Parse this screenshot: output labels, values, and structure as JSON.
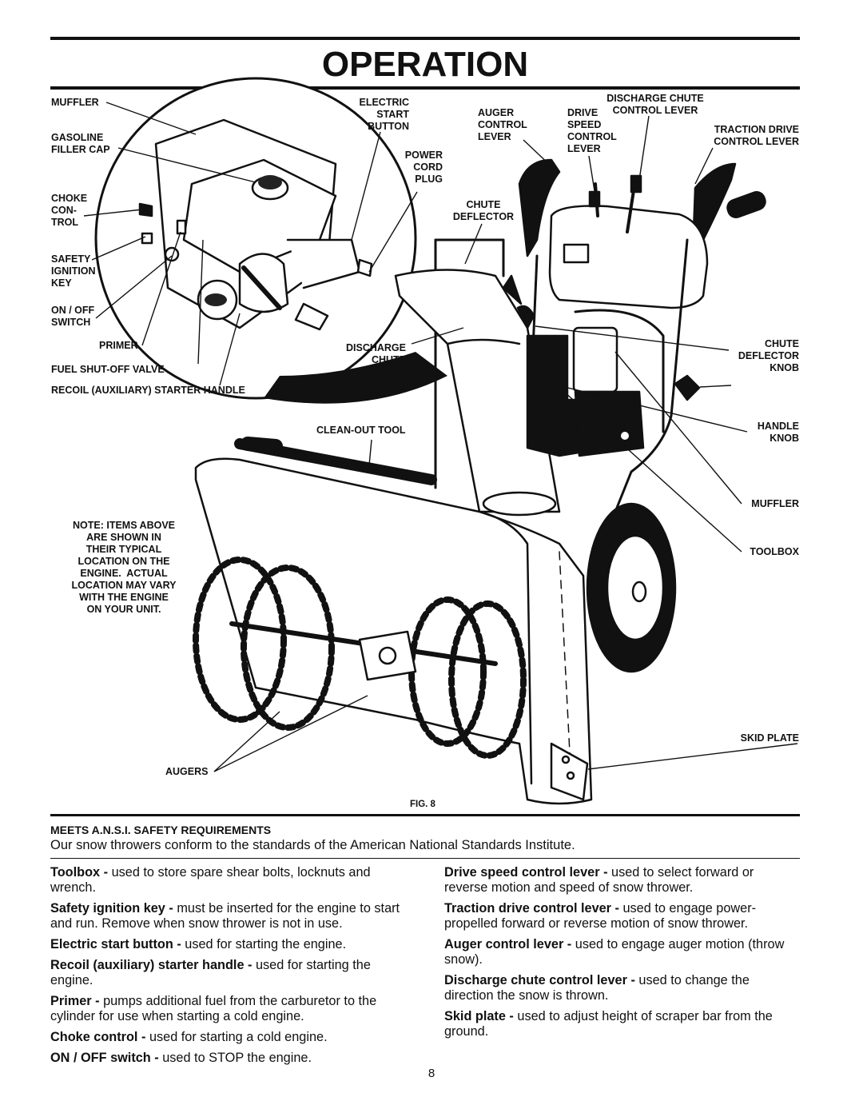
{
  "page": {
    "title": "OPERATION",
    "page_number": "8"
  },
  "figure": {
    "caption": "FIG. 8",
    "labels": {
      "muffler_top": "MUFFLER",
      "gasoline_filler_cap": "GASOLINE\nFILLER CAP",
      "choke_control": "CHOKE\nCON-\nTROL",
      "safety_ignition_key": "SAFETY\nIGNITION\nKEY",
      "on_off_switch": "ON / OFF\nSWITCH",
      "primer": "PRIMER",
      "fuel_shutoff_valve": "FUEL SHUT-OFF VALVE",
      "recoil_starter_handle": "RECOIL (AUXILIARY) STARTER HANDLE",
      "electric_start_button": "ELECTRIC\nSTART\nBUTTON",
      "power_cord_plug": "POWER\nCORD\nPLUG",
      "auger_control_lever": "AUGER\nCONTROL\nLEVER",
      "drive_speed_control_lever": "DRIVE\nSPEED\nCONTROL\nLEVER",
      "discharge_chute_control_lever": "DISCHARGE CHUTE\nCONTROL LEVER",
      "traction_drive_control_lever": "TRACTION DRIVE\nCONTROL LEVER",
      "chute_deflector_top": "CHUTE\nDEFLECTOR",
      "discharge_chute": "DISCHARGE\nCHUTE",
      "chute_deflector_knob": "CHUTE\nDEFLECTOR\nKNOB",
      "clean_out_tool": "CLEAN-OUT TOOL",
      "handle_knob": "HANDLE\nKNOB",
      "muffler_right": "MUFFLER",
      "toolbox": "TOOLBOX",
      "skid_plate": "SKID PLATE",
      "augers": "AUGERS",
      "note": "NOTE: ITEMS ABOVE\nARE SHOWN IN\nTHEIR TYPICAL\nLOCATION ON THE\nENGINE.  ACTUAL\nLOCATION MAY VARY\nWITH THE ENGINE\nON YOUR UNIT."
    }
  },
  "ansi": {
    "heading": "MEETS A.N.S.I. SAFETY REQUIREMENTS",
    "text": "Our snow throwers conform to the standards of the American National Standards Institute."
  },
  "descriptions_left": [
    {
      "term": "Toolbox - ",
      "text": "used to store spare shear bolts, locknuts and wrench."
    },
    {
      "term": "Safety ignition key - ",
      "text": "must be inserted for the engine to start and run.  Remove when snow thrower is not in use."
    },
    {
      "term": "Electric start button - ",
      "text": "used for starting the engine."
    },
    {
      "term": "Recoil (auxiliary) starter handle - ",
      "text": "used for starting the engine."
    },
    {
      "term": "Primer - ",
      "text": "pumps additional fuel from the carburetor to the cylinder for use when starting a cold engine."
    },
    {
      "term": "Choke control - ",
      "text": "used for starting a cold engine."
    },
    {
      "term": "ON / OFF switch - ",
      "text": "used to STOP the engine."
    }
  ],
  "descriptions_right": [
    {
      "term": "Drive speed control lever - ",
      "text": "used to select forward or reverse motion and speed of snow thrower."
    },
    {
      "term": "Traction drive control lever - ",
      "text": "used to engage power-propelled forward or reverse motion of snow thrower."
    },
    {
      "term": "Auger control lever - ",
      "text": "used to engage auger motion (throw snow)."
    },
    {
      "term": "Discharge chute control lever - ",
      "text": "used to change the direction the snow is thrown."
    },
    {
      "term": "Skid plate - ",
      "text": "used to adjust height of scraper bar from the ground."
    }
  ]
}
